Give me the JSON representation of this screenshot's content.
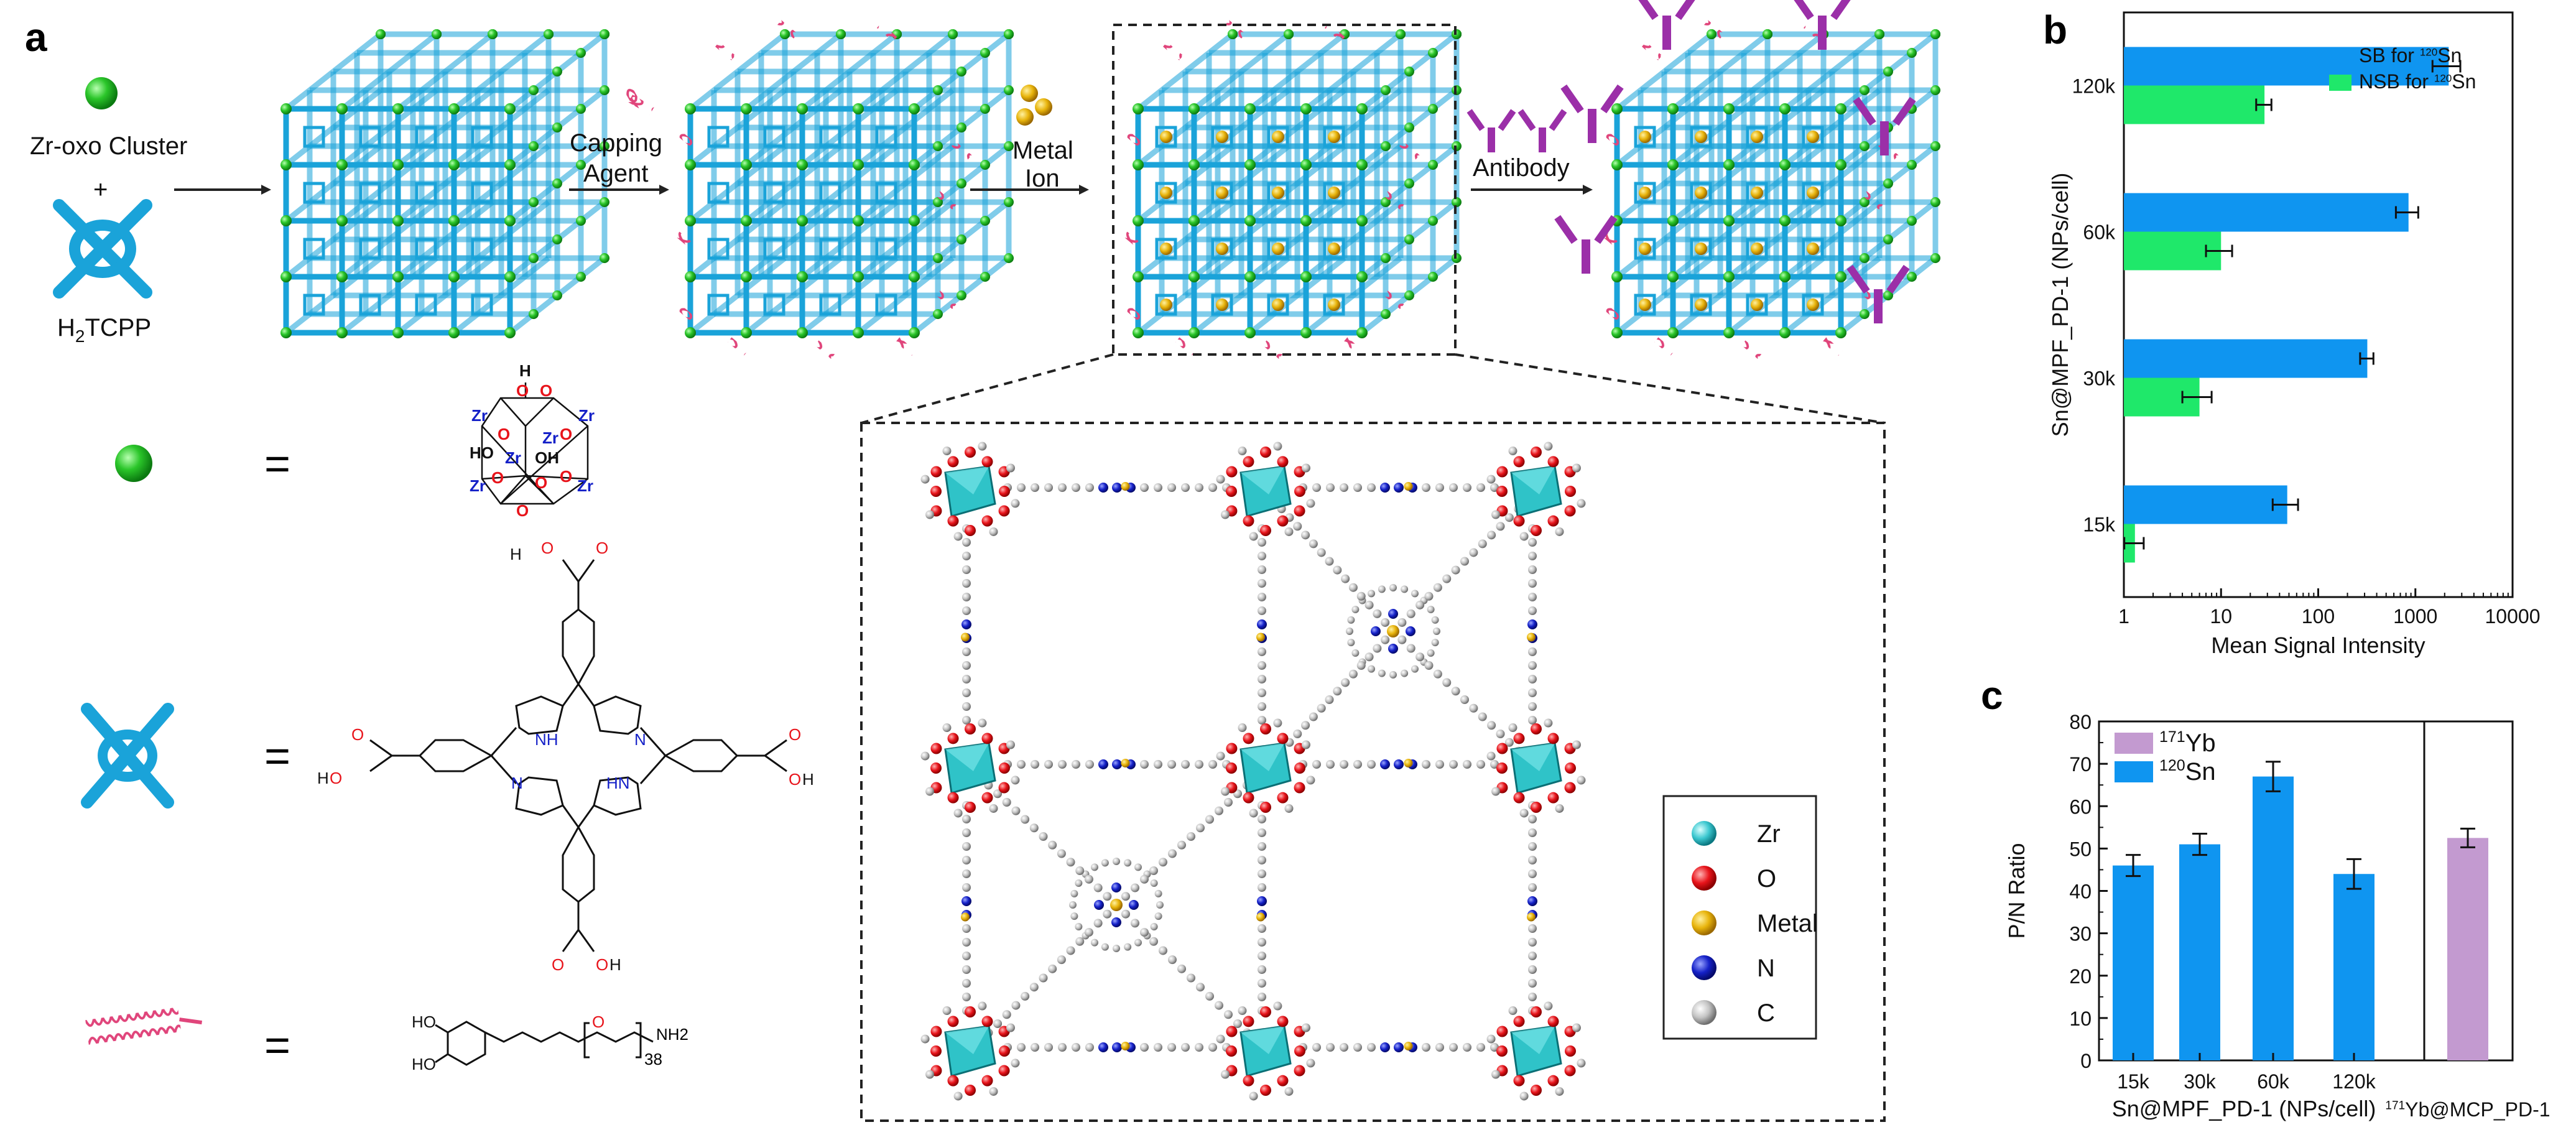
{
  "panel_a": {
    "letter": "a",
    "zr_label": "Zr-oxo Cluster",
    "plus": "+",
    "h2tcpp": "H2TCPP",
    "capping_agent": [
      "Capping",
      "Agent"
    ],
    "metal_ion": [
      "Metal",
      "Ion"
    ],
    "antibody": "Antibody",
    "equals": "=",
    "peg_repeat": "38",
    "peg_amine": "NH2",
    "legend": [
      {
        "label": "Zr",
        "color": "#3cc8d0"
      },
      {
        "label": "O",
        "color": "#e8141b"
      },
      {
        "label": "Metal",
        "color": "#e8b40c"
      },
      {
        "label": "N",
        "color": "#1521c8"
      },
      {
        "label": "C",
        "color": "#b8b8b8"
      }
    ]
  },
  "colors": {
    "framework": "#1aa3d9",
    "cluster": "#22c02a",
    "capping": "#e0457b",
    "antibody": "#9b2fa8",
    "sb_bar": "#0f95f0",
    "nsb_bar": "#1fe86a",
    "yb_bar": "#c39ad0"
  },
  "chart_data": [
    {
      "panel": "b",
      "type": "bar",
      "orientation": "horizontal",
      "ylabel": "Sn@MPF_PD-1 (NPs/cell)",
      "xlabel": "Mean Signal Intensity",
      "xscale": "log",
      "xlim": [
        1,
        10000
      ],
      "xticks": [
        "1",
        "10",
        "100",
        "1000",
        "10000"
      ],
      "categories": [
        "120k",
        "60k",
        "30k",
        "15k"
      ],
      "series": [
        {
          "name": "SB for 120Sn",
          "values": [
            2200,
            850,
            320,
            48
          ],
          "errors": [
            700,
            220,
            50,
            14
          ]
        },
        {
          "name": "NSB for 120Sn",
          "values": [
            28,
            10,
            6,
            1.3
          ],
          "errors": [
            5,
            3,
            2,
            0.3
          ]
        }
      ],
      "legend_position": "top-right"
    },
    {
      "panel": "c",
      "type": "bar",
      "ylabel": "P/N Ratio",
      "xlabel_left": "Sn@MPF_PD-1 (NPs/cell)",
      "xlabel_right": "171Yb@MCP_PD-1",
      "ylim": [
        0,
        80
      ],
      "yticks": [
        "0",
        "10",
        "20",
        "30",
        "40",
        "50",
        "60",
        "70",
        "80"
      ],
      "categories": [
        "15k",
        "30k",
        "60k",
        "120k",
        ""
      ],
      "series": [
        {
          "name": "120Sn",
          "values": [
            46,
            51,
            67,
            44
          ],
          "errors": [
            2.5,
            2.5,
            3.5,
            3.5
          ]
        },
        {
          "name": "171Yb",
          "values": [
            52.5
          ],
          "errors": [
            2.2
          ]
        }
      ],
      "legend_position": "top-left"
    }
  ]
}
